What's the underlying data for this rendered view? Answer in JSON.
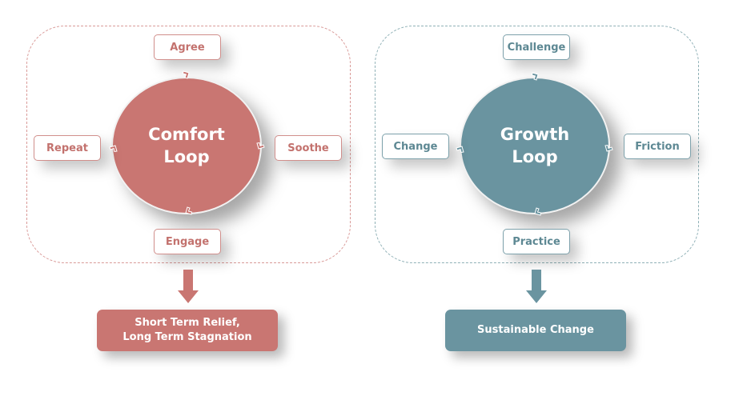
{
  "colors": {
    "comfort": "#c97672",
    "growth": "#6a94a0"
  },
  "comfort_loop": {
    "title_line1": "Comfort",
    "title_line2": "Loop",
    "nodes": {
      "top": "Agree",
      "right": "Soothe",
      "bottom": "Engage",
      "left": "Repeat"
    },
    "outcome_line1": "Short Term Relief,",
    "outcome_line2": "Long Term Stagnation"
  },
  "growth_loop": {
    "title_line1": "Growth",
    "title_line2": "Loop",
    "nodes": {
      "top": "Challenge",
      "right": "Friction",
      "bottom": "Practice",
      "left": "Change"
    },
    "outcome_line1": "Sustainable Change"
  }
}
